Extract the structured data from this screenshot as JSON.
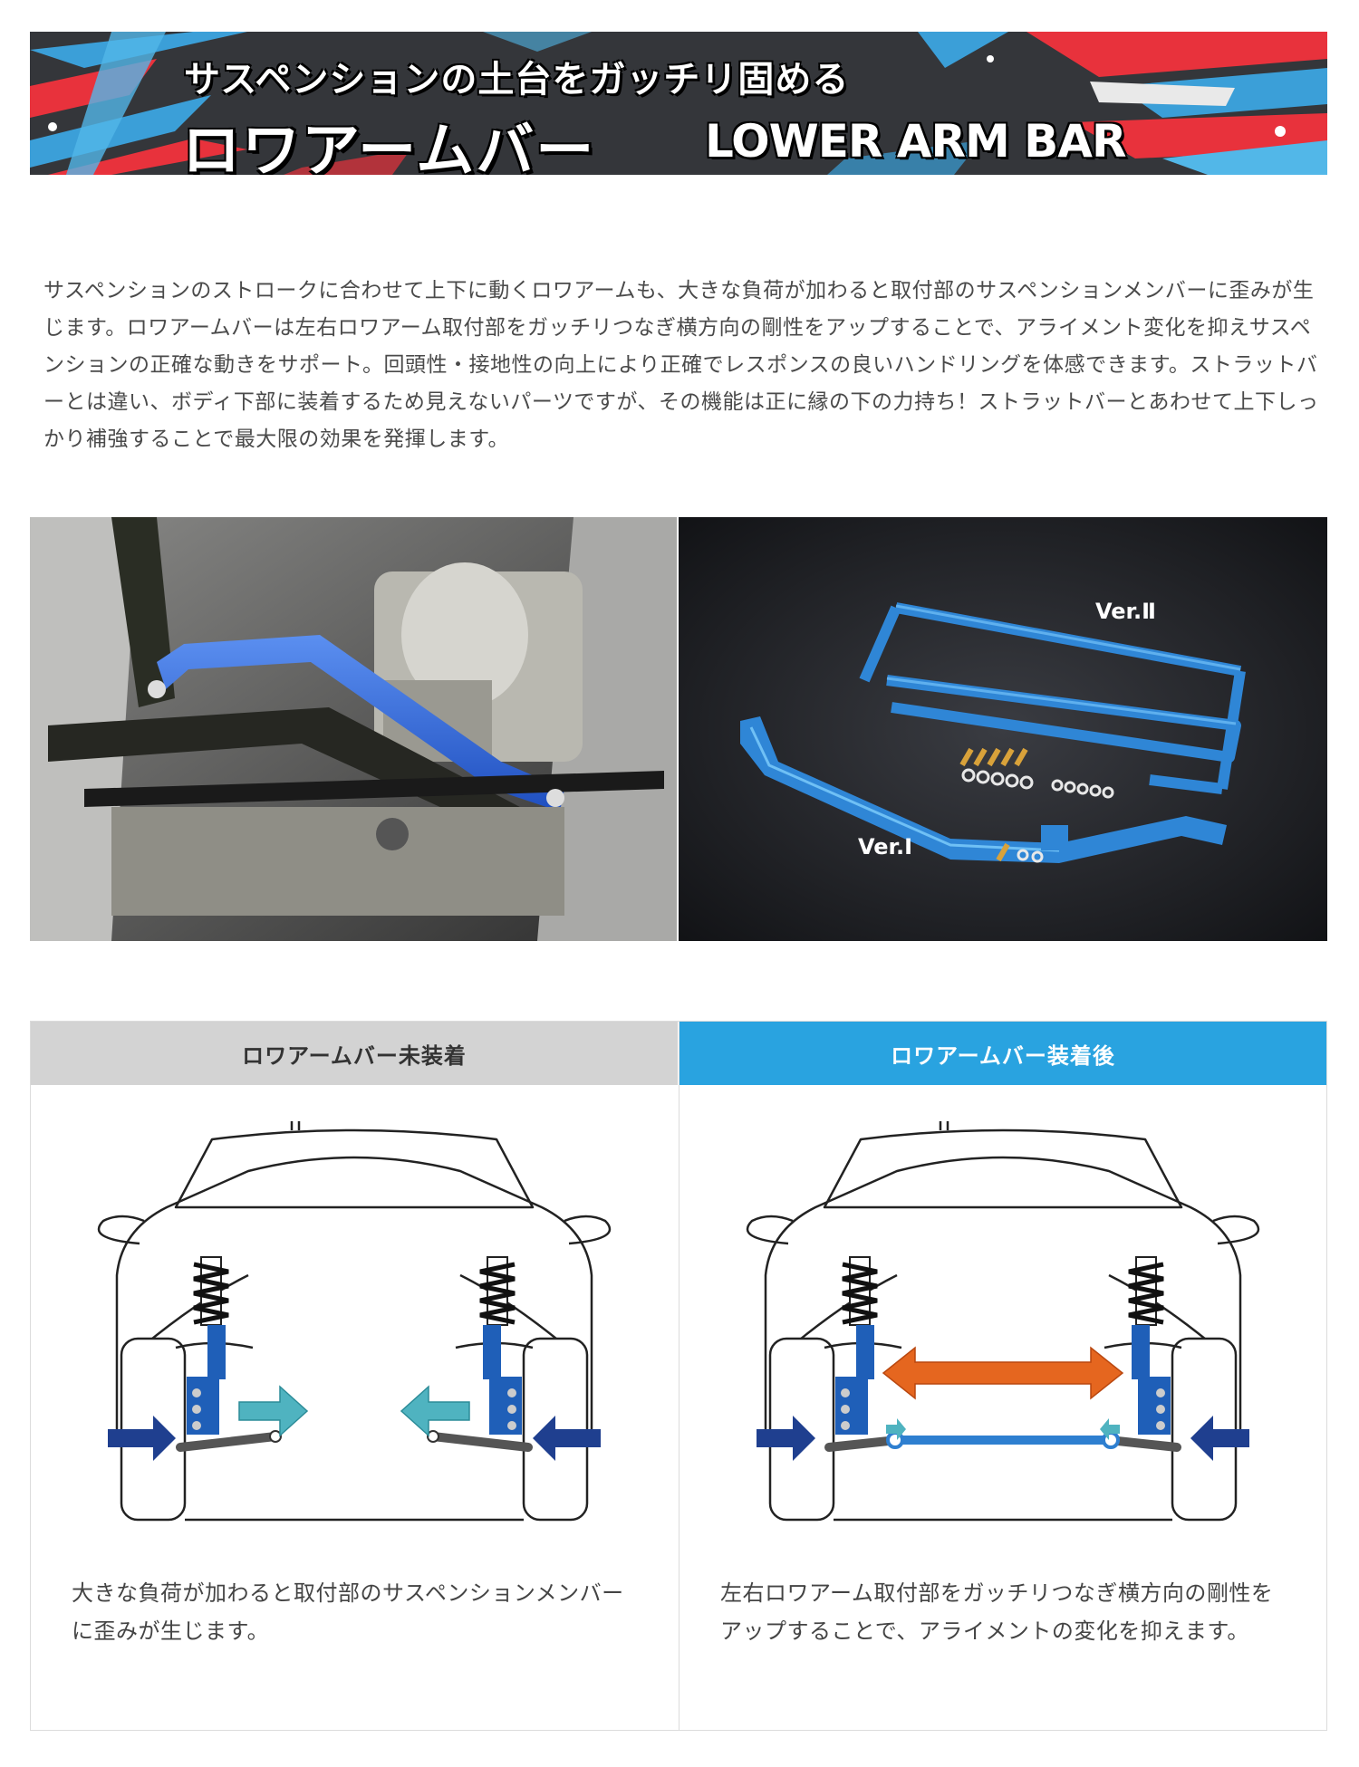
{
  "banner": {
    "subtitle": "サスペンションの土台をガッチリ固める",
    "title_jp": "ロワアームバー",
    "title_en": "LOWER ARM BAR"
  },
  "intro": {
    "text": "サスペンションのストロークに合わせて上下に動くロワアームも、大きな負荷が加わると取付部のサスペンションメンバーに歪みが生じます。ロワアームバーは左右ロワアーム取付部をガッチリつなぎ横方向の剛性をアップすることで、アライメント変化を抑えサスペンションの正確な動きをサポート。回頭性・接地性の向上により正確でレスポンスの良いハンドリングを体感できます。ストラットバーとは違い、ボディ下部に装着するため見えないパーツですが、その機能は正に縁の下の力持ち！ストラットバーとあわせて上下しっかり補強することで最大限の効果を発揮します。"
  },
  "photos": {
    "product_labels": {
      "ver2": "Ver.Ⅱ",
      "ver1": "Ver.Ⅰ"
    }
  },
  "comparison": {
    "before": {
      "header": "ロワアームバー未装着",
      "caption": "大きな負荷が加わると取付部のサスペンションメンバーに歪みが生じます。"
    },
    "after": {
      "header": "ロワアームバー装着後",
      "caption": "左右ロワアーム取付部をガッチリつなぎ横方向の剛性をアップすることで、アライメントの変化を抑えます。"
    }
  },
  "colors": {
    "accent_blue": "#29a3e0",
    "bar_blue": "#2e7fd0",
    "arrow_navy": "#1f3f8f",
    "arrow_teal": "#4fb3c0",
    "arrow_orange": "#e5661f",
    "header_gray": "#d3d3d3"
  }
}
